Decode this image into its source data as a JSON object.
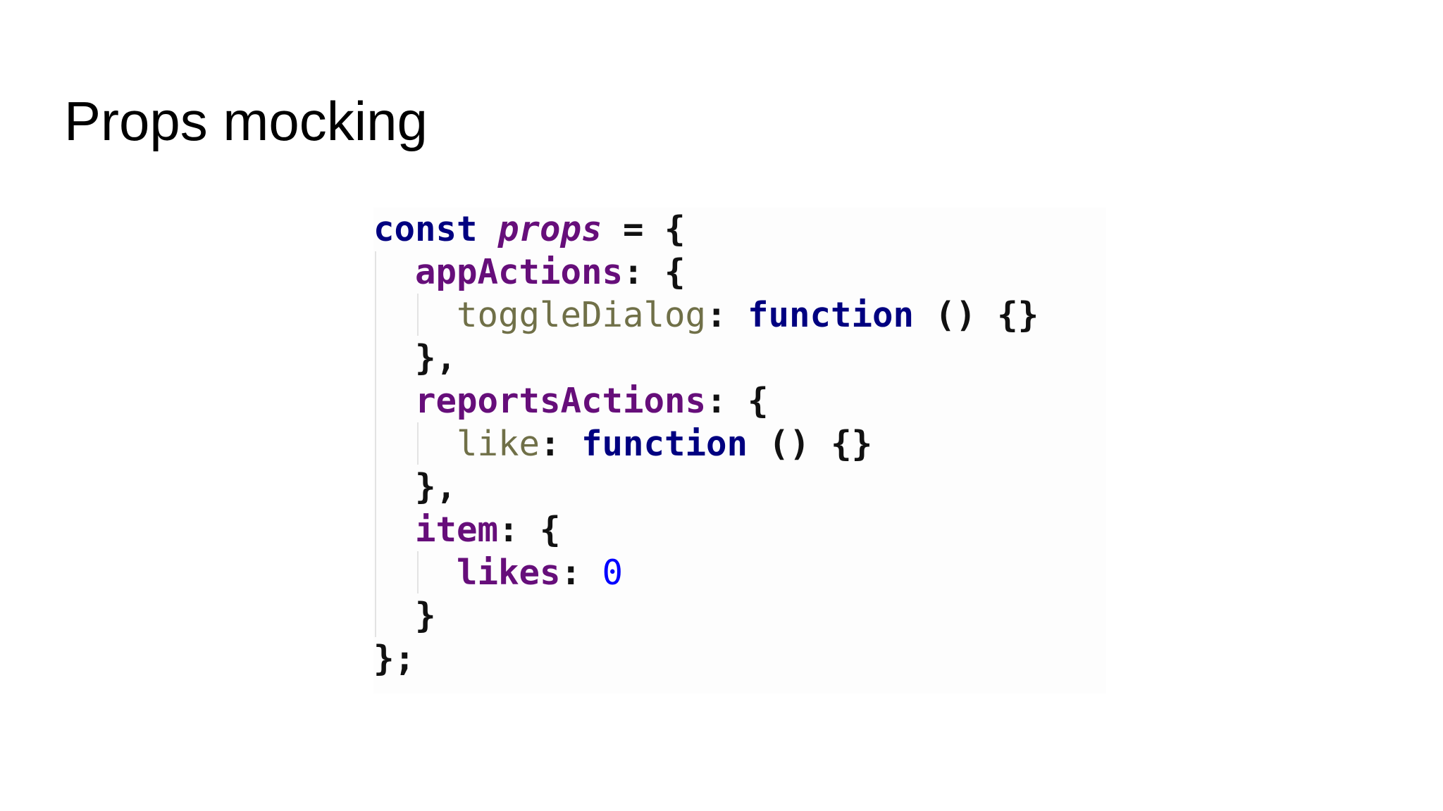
{
  "slide": {
    "title": "Props mocking"
  },
  "code": {
    "lines": [
      [
        {
          "text": "const",
          "kind": "keyword"
        },
        {
          "text": " ",
          "kind": "punct"
        },
        {
          "text": "props",
          "kind": "var"
        },
        {
          "text": " = {",
          "kind": "punct"
        }
      ],
      [
        {
          "text": "  ",
          "kind": "punct"
        },
        {
          "text": "appActions",
          "kind": "prop"
        },
        {
          "text": ": {",
          "kind": "punct"
        }
      ],
      [
        {
          "text": "    ",
          "kind": "punct"
        },
        {
          "text": "toggleDialog",
          "kind": "method"
        },
        {
          "text": ": ",
          "kind": "punct"
        },
        {
          "text": "function",
          "kind": "keyword"
        },
        {
          "text": " () {}",
          "kind": "punct"
        }
      ],
      [
        {
          "text": "  },",
          "kind": "punct"
        }
      ],
      [
        {
          "text": "  ",
          "kind": "punct"
        },
        {
          "text": "reportsActions",
          "kind": "prop"
        },
        {
          "text": ": {",
          "kind": "punct"
        }
      ],
      [
        {
          "text": "    ",
          "kind": "punct"
        },
        {
          "text": "like",
          "kind": "method"
        },
        {
          "text": ": ",
          "kind": "punct"
        },
        {
          "text": "function",
          "kind": "keyword"
        },
        {
          "text": " () {}",
          "kind": "punct"
        }
      ],
      [
        {
          "text": "  },",
          "kind": "punct"
        }
      ],
      [
        {
          "text": "  ",
          "kind": "punct"
        },
        {
          "text": "item",
          "kind": "prop"
        },
        {
          "text": ": {",
          "kind": "punct"
        }
      ],
      [
        {
          "text": "    ",
          "kind": "punct"
        },
        {
          "text": "likes",
          "kind": "prop"
        },
        {
          "text": ": ",
          "kind": "punct"
        },
        {
          "text": "0",
          "kind": "num"
        }
      ],
      [
        {
          "text": "  }",
          "kind": "punct"
        }
      ],
      [
        {
          "text": "};",
          "kind": "punct"
        }
      ]
    ]
  },
  "theme": {
    "background": "#ffffff",
    "keyword_color": "#000080",
    "property_color": "#660e7a",
    "method_color": "#707048",
    "number_color": "#0000ff"
  }
}
